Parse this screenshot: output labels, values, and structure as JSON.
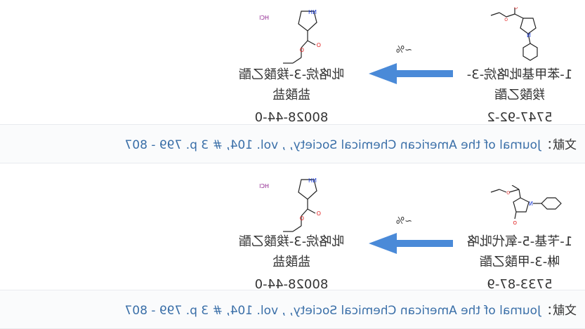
{
  "reactions": [
    {
      "reactant": {
        "name_line1": "1-苯甲基吡咯烷-3-",
        "name_line2": "羧酸乙酯",
        "cas": "5747-92-2"
      },
      "yield": "~%",
      "product": {
        "name_line1": "吡咯烷-3-羧酸乙酯",
        "name_line2": "盐酸盐",
        "cas": "80028-44-0",
        "salt": "HCl"
      },
      "reference": {
        "label": "文献：",
        "citation": "Journal of the American Chemical Society, , vol. 104, # 3 p. 799 - 807"
      }
    },
    {
      "reactant": {
        "name_line1": "1-苄基-5-氧代吡咯",
        "name_line2": "啉-3-甲酸乙酯",
        "cas": "5733-87-9"
      },
      "yield": "~%",
      "product": {
        "name_line1": "吡咯烷-3-羧酸乙酯",
        "name_line2": "盐酸盐",
        "cas": "80028-44-0",
        "salt": "HCl"
      },
      "reference": {
        "label": "文献：",
        "citation": "Journal of the American Chemical Society, , vol. 104, # 3 p. 799 - 807"
      }
    }
  ],
  "colors": {
    "arrow": "#4a8ad8",
    "link": "#3a6fa8",
    "nitrogen": "#1f3fd6",
    "oxygen": "#e01b1b",
    "salt": "#8a1a8a"
  },
  "icons": {
    "arrow": "reaction-arrow-icon"
  }
}
